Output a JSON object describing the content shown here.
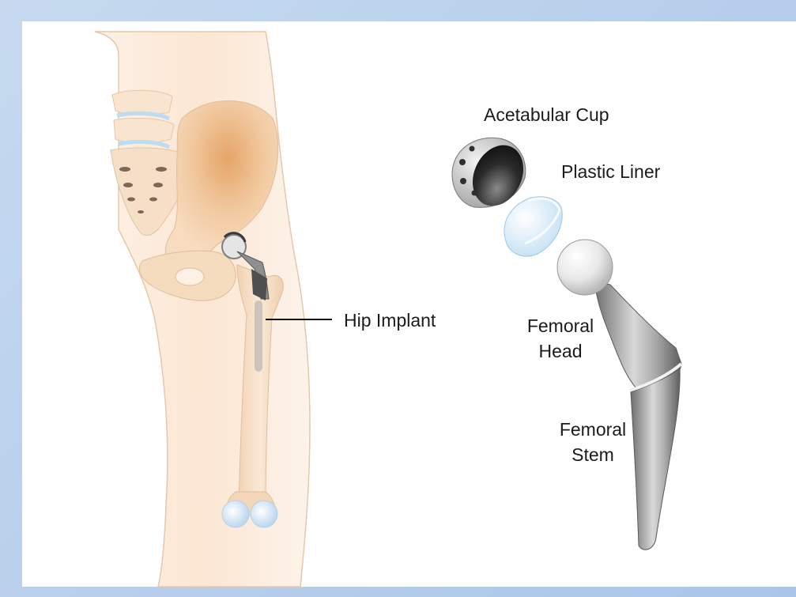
{
  "labels": {
    "acetabular_cup": "Acetabular Cup",
    "plastic_liner": "Plastic Liner",
    "hip_implant": "Hip Implant",
    "femoral_head_1": "Femoral",
    "femoral_head_2": "Head",
    "femoral_stem_1": "Femoral",
    "femoral_stem_2": "Stem"
  },
  "colors": {
    "frame": "#b9d1ec",
    "panel": "#ffffff",
    "skin": "#fbe9da",
    "bone": "#f6dcbf",
    "metal": "#9a9a9a",
    "liner": "#cfe6f7"
  }
}
